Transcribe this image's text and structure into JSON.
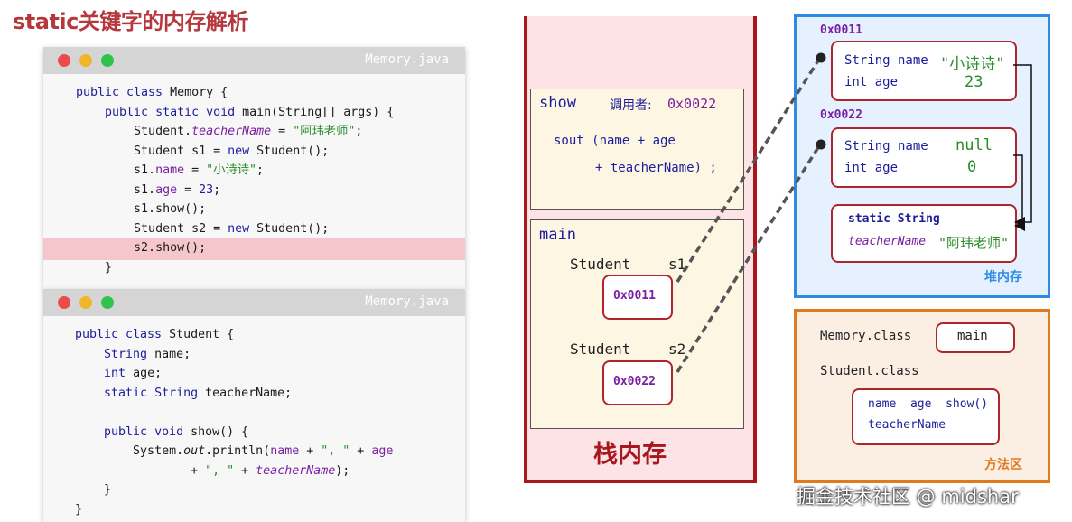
{
  "page_title": "static关键字的内存解析",
  "watermark": "掘金技术社区 @ midshar",
  "code_window_1": {
    "filename": "Memory.java",
    "lines": [
      "public class Memory {",
      "    public static void main(String[] args) {",
      "        Student.teacherName = \"阿玮老师\";",
      "        Student s1 = new Student();",
      "        s1.name = \"小诗诗\";",
      "        s1.age = 23;",
      "        s1.show();",
      "        Student s2 = new Student();",
      "        s2.show();",
      "    }"
    ],
    "highlighted_line": "s2.show();"
  },
  "code_window_2": {
    "filename": "Memory.java",
    "lines": [
      "public class Student {",
      "    String name;",
      "    int age;",
      "    static String teacherName;",
      "",
      "    public void show() {",
      "        System.out.println(name + \", \" + age",
      "                + \", \" + teacherName);",
      "    }",
      "}"
    ]
  },
  "stack": {
    "label": "栈内存",
    "show_frame": {
      "name": "show",
      "caller_label": "调用者:",
      "caller_value": "0x0022",
      "line1": "sout (name + age",
      "line2": "+ teacherName) ;"
    },
    "main_frame": {
      "name": "main",
      "var1_type": "Student",
      "var1_name": "s1",
      "var1_value": "0x0011",
      "var2_type": "Student",
      "var2_name": "s2",
      "var2_value": "0x0022"
    }
  },
  "heap": {
    "label": "堆内存",
    "obj1": {
      "address": "0x0011",
      "name_decl": "String name",
      "name_value": "\"小诗诗\"",
      "age_decl": "int age",
      "age_value": "23"
    },
    "obj2": {
      "address": "0x0022",
      "name_decl": "String name",
      "name_value": "null",
      "age_decl": "int age",
      "age_value": "0"
    },
    "static_area": {
      "decl": "static String",
      "field": "teacherName",
      "value": "\"阿玮老师\""
    }
  },
  "method_area": {
    "label": "方法区",
    "memory_class": "Memory.class",
    "memory_method": "main",
    "student_class": "Student.class",
    "student_members_1": "name  age  show()",
    "student_members_2": "teacherName"
  },
  "colors": {
    "title": "#b5383d",
    "stack_border": "#a8171d",
    "heap_border": "#2f8ae5",
    "method_border": "#e07a1f",
    "value_green": "#2a8c2a"
  }
}
